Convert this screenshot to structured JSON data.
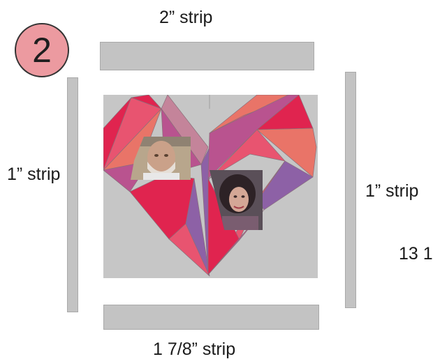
{
  "step": {
    "number": "2"
  },
  "labels": {
    "top_strip": "2” strip",
    "left_strip": "1” strip",
    "right_strip": "1” strip",
    "bottom_strip": "1 7/8” strip",
    "partial_right": "13 1"
  },
  "colors": {
    "strip_gray": "#c3c3c3",
    "block_background": "#c6c6c6",
    "badge_fill": "#ec9aa0",
    "heart_pink": "#e85470",
    "heart_crimson": "#e0244f",
    "heart_coral": "#e97468",
    "heart_violet": "#b9538f",
    "heart_purple": "#8d61a6",
    "heart_mauve": "#c4849a"
  },
  "icons": {
    "photo_left": "man-portrait-photo",
    "photo_right": "woman-portrait-photo"
  }
}
